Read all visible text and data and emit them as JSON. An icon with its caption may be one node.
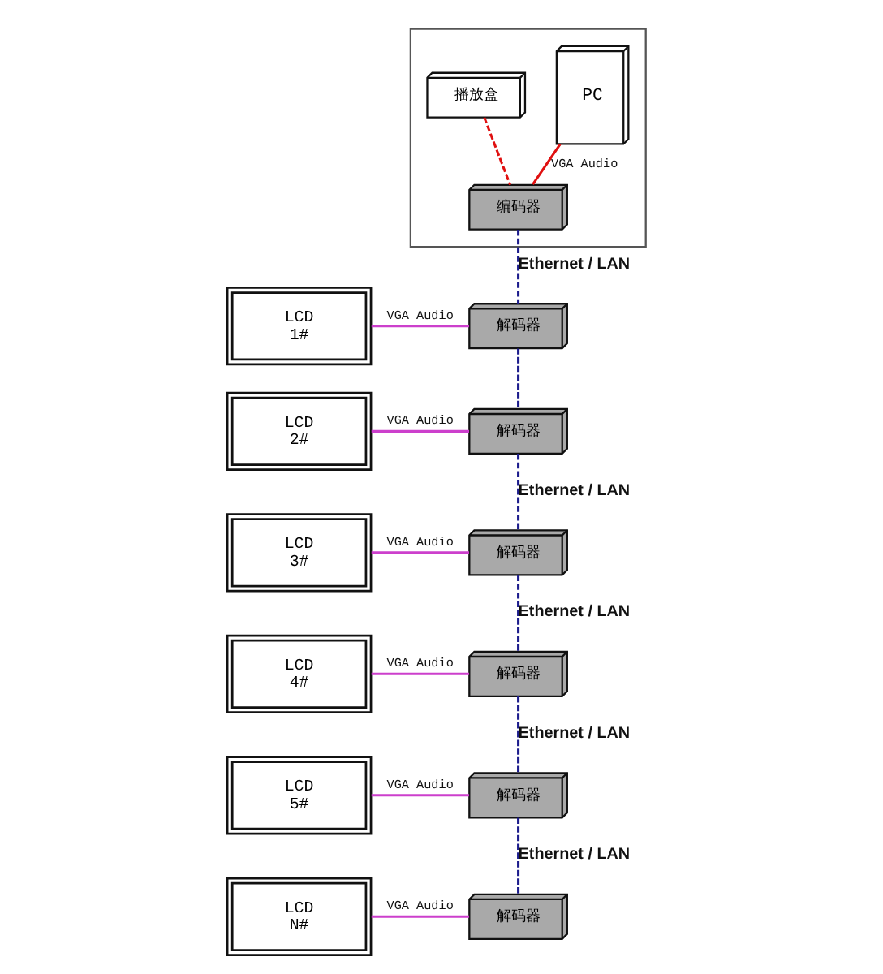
{
  "diagram": {
    "nodes": [
      {
        "text": [],
        "shape": "box"
      },
      {
        "text": [
          "PC"
        ],
        "in": 0
      },
      {
        "text": [
          "编码器"
        ],
        "in": 0
      },
      {
        "text": [
          "播放盒"
        ],
        "in": 0
      },
      {
        "text": [
          "LCD",
          "1#"
        ]
      },
      {
        "text": [
          "解码器"
        ]
      },
      {
        "text": [
          "LCD",
          "2#"
        ]
      },
      {
        "text": [
          "解码器"
        ]
      },
      {
        "text": [
          "LCD",
          "3#"
        ]
      },
      {
        "text": [
          "解码器"
        ]
      },
      {
        "text": [
          "LCD",
          "4#"
        ]
      },
      {
        "text": [
          "解码器"
        ]
      },
      {
        "text": [
          "LCD",
          "5#"
        ]
      },
      {
        "text": [
          "解码器"
        ]
      },
      {
        "text": [
          "LCD",
          "N#"
        ]
      },
      {
        "text": [
          "解码器"
        ]
      }
    ],
    "edges": [
      {
        "from": 1,
        "to": 2,
        "arrow": "none",
        "label": "VGA Audio",
        "color": "#e01010"
      },
      {
        "from": 3,
        "to": 2,
        "arrow": "none",
        "style": "dashed",
        "color": "#e01010"
      },
      {
        "from": 2,
        "to": 5,
        "arrow": "none",
        "label": "Ethernet / LAN",
        "style": "dashed",
        "color": "#1c1c8c"
      },
      {
        "from": 4,
        "to": 5,
        "arrow": "none",
        "label": "VGA Audio",
        "color": "#cc3fcc"
      },
      {
        "from": 5,
        "to": 7,
        "arrow": "none",
        "style": "dashed",
        "color": "#1c1c8c"
      },
      {
        "from": 6,
        "to": 7,
        "arrow": "none",
        "label": "VGA Audio",
        "color": "#cc3fcc"
      },
      {
        "from": 7,
        "to": 9,
        "arrow": "none",
        "label": "Ethernet / LAN",
        "style": "dashed",
        "color": "#1c1c8c"
      },
      {
        "from": 8,
        "to": 9,
        "arrow": "none",
        "label": "VGA Audio",
        "color": "#cc3fcc"
      },
      {
        "from": 9,
        "to": 11,
        "arrow": "none",
        "label": "Ethernet / LAN",
        "style": "dashed",
        "color": "#1c1c8c"
      },
      {
        "from": 10,
        "to": 11,
        "arrow": "none",
        "label": "VGA Audio",
        "color": "#cc3fcc"
      },
      {
        "from": 11,
        "to": 13,
        "arrow": "none",
        "label": "Ethernet / LAN",
        "style": "dashed",
        "color": "#1c1c8c"
      },
      {
        "from": 12,
        "to": 13,
        "arrow": "none",
        "label": "VGA Audio",
        "color": "#cc3fcc"
      },
      {
        "from": 13,
        "to": 15,
        "arrow": "none",
        "label": "Ethernet / LAN",
        "style": "dashed",
        "color": "#1c1c8c"
      },
      {
        "from": 14,
        "to": 15,
        "arrow": "none",
        "label": "VGA Audio",
        "color": "#cc3fcc"
      }
    ]
  }
}
